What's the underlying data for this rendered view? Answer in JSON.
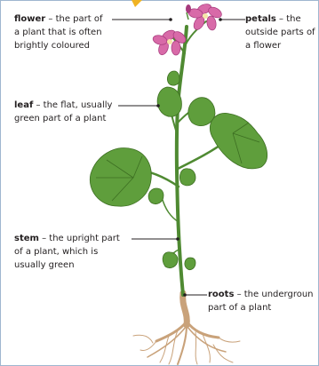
{
  "labels": {
    "flower": {
      "term": "flower",
      "line1": " – the part of",
      "line2": "a plant that is often",
      "line3": "brightly coloured"
    },
    "petals": {
      "term": "petals",
      "line1": " – the",
      "line2": "outside parts of",
      "line3": "a flower"
    },
    "leaf": {
      "term": "leaf",
      "line1": " – the flat, usually",
      "line2": "green part of a plant"
    },
    "stem": {
      "term": "stem",
      "line1": " – the upright part",
      "line2": "of a plant, which is",
      "line3": "usually green"
    },
    "roots": {
      "term": "roots",
      "line1": " – the undergroun",
      "line2": "part of a plant"
    }
  },
  "colors": {
    "stem": "#4f8a32",
    "leaf": "#5f9e3c",
    "leaf_vein": "#3d6f22",
    "flower": "#d86aa8",
    "flower_dark": "#a63a7c",
    "root": "#c9a27a",
    "root_dark": "#a57e57",
    "pointer": "#231f20",
    "arrow": "#f0b323"
  }
}
